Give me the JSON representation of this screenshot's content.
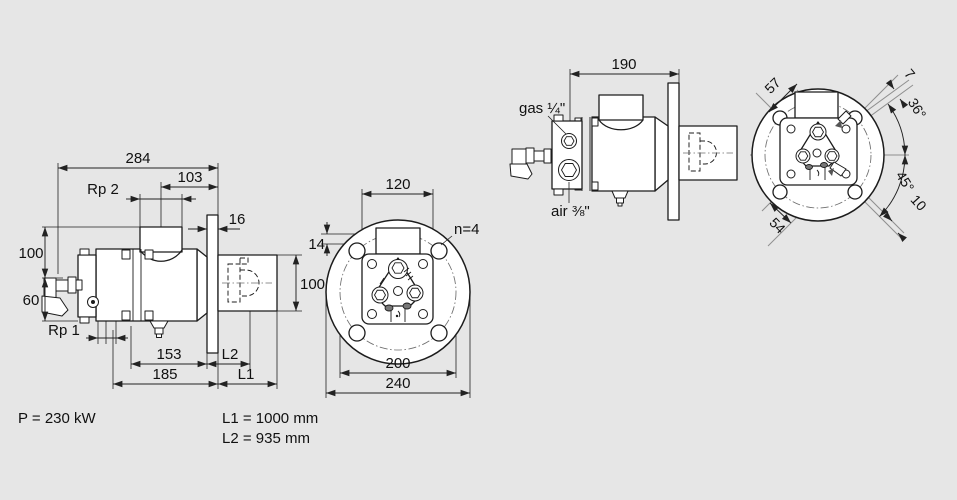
{
  "colors": {
    "background": "#e6e6e6",
    "outline": "#1c1c1c",
    "dimension": "#222222",
    "centerline": "#6e6e6e",
    "text": "#111111"
  },
  "side_view": {
    "dim_overall": "284",
    "dim_pipe_to_flange": "103",
    "thread_top": "Rp 2",
    "dim_flange_thickness": "16",
    "dim_height_upper": "100",
    "dim_height_lower": "60",
    "thread_bottom": "Rp 1",
    "dim_body": "153",
    "dim_body_total": "185",
    "dim_l2": "L2",
    "dim_l1": "L1",
    "dim_tube_diameter": "100"
  },
  "front_view": {
    "dim_head_width": "120",
    "dim_hole_offset": "14",
    "bolt_count": "n=4",
    "dim_bolt_circle": "200",
    "dim_flange_diameter": "240"
  },
  "connection_view": {
    "dim_length": "190",
    "gas_connection": "gas ¼\"",
    "air_connection": "air ⅜\""
  },
  "angle_view": {
    "dim_57": "57",
    "dim_7": "7",
    "angle_36": "36°",
    "angle_45": "45°",
    "dim_10": "10",
    "dim_54": "54"
  },
  "notes": {
    "power": "P = 230 kW",
    "l1_value": "L1 = 1000 mm",
    "l2_value": "L2 = 935 mm"
  }
}
